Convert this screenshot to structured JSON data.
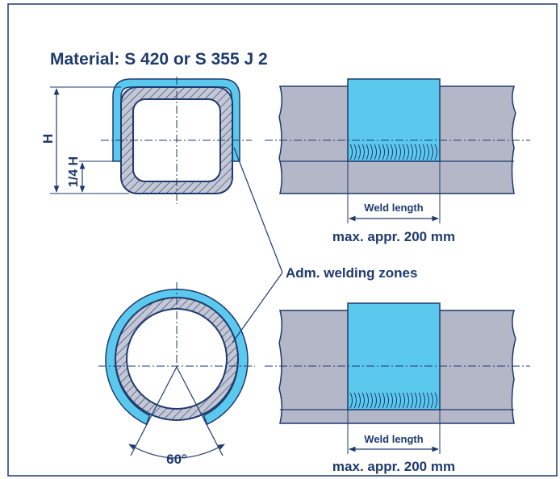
{
  "title": "Material: S 420 or S 355 J 2",
  "dimension_labels": {
    "height": "H",
    "quarter_height": "1/4 H"
  },
  "weld_zone_label": "Adm. welding zones",
  "top_detail": {
    "weld_label": "Weld length",
    "max_label": "max. appr. 200 mm"
  },
  "bottom_detail": {
    "weld_label": "Weld length",
    "max_label": "max. appr. 200 mm"
  },
  "angle_label": "60°",
  "colors": {
    "line": "#1f3a6e",
    "weld_zone": "#5bc8ee",
    "tube_body": "#b4b7c8",
    "hatch_fill": "#c4c7d4",
    "background": "#ffffff"
  }
}
